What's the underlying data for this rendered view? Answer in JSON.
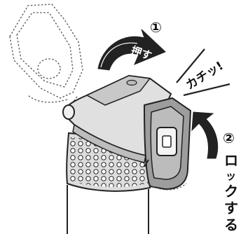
{
  "steps": [
    {
      "number": "①",
      "label": "押す"
    },
    {
      "number": "②",
      "label_chars": [
        "ロ",
        "ッ",
        "ク",
        "す",
        "る"
      ]
    }
  ],
  "sound": "カチッ!"
}
